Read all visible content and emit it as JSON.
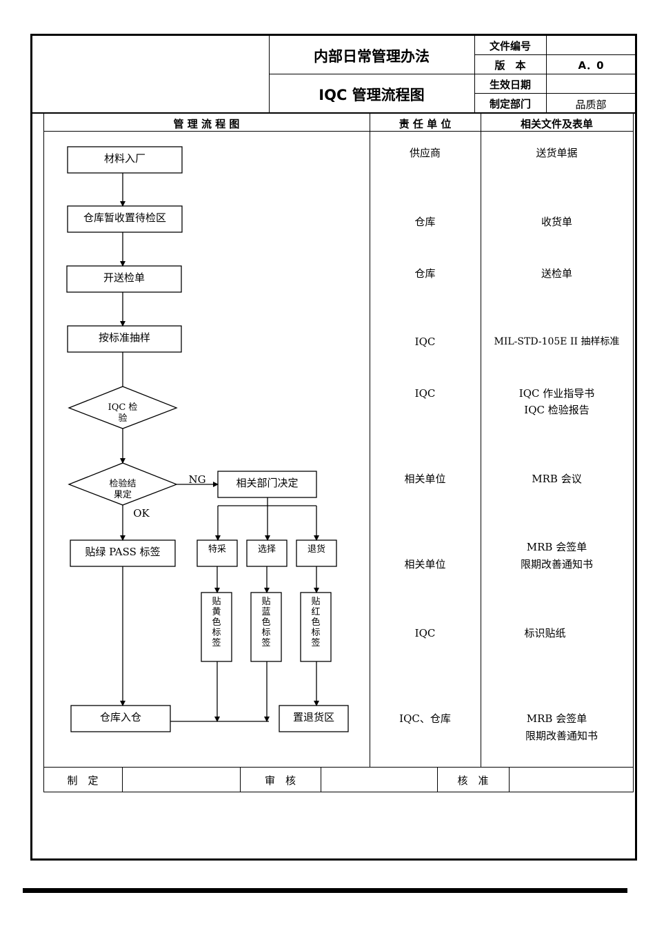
{
  "header": {
    "main_title": "内部日常管理办法",
    "sub_title": "IQC 管理流程图",
    "file_no_label": "文件编号",
    "file_no_value": "",
    "version_label": "版　本",
    "version_value": "A．0",
    "effective_label": "生效日期",
    "effective_value": "",
    "dept_label": "制定部门",
    "dept_value": "品质部"
  },
  "table_header": {
    "col1": "管 理 流 程 图",
    "col2": "责 任 单 位",
    "col3": "相关文件及表单"
  },
  "flow": {
    "step1": "材料入厂",
    "step2": "仓库暂收置待检区",
    "step3": "开送检单",
    "step4": "按标准抽样",
    "decision1_line1": "IQC 检",
    "decision1_line2": "验",
    "decision2_line1": "检验结",
    "decision2_line2": "果定",
    "ng_label": "NG",
    "ok_label": "OK",
    "mrb_decide": "相关部门决定",
    "pass_label": "贴绿 PASS 标签",
    "option_special": "特采",
    "option_select": "选择",
    "option_return": "退货",
    "yellow_label": [
      "贴",
      "黄",
      "色",
      "标",
      "签"
    ],
    "blue_label": [
      "贴",
      "蓝",
      "色",
      "标",
      "签"
    ],
    "red_label": [
      "贴",
      "红",
      "色",
      "标",
      "签"
    ],
    "warehouse_in": "仓库入仓",
    "return_area": "置退货区"
  },
  "responsible": [
    "供应商",
    "仓库",
    "仓库",
    "IQC",
    "IQC",
    "相关单位",
    "相关单位",
    "IQC",
    "IQC、仓库"
  ],
  "documents": [
    [
      "送货单据"
    ],
    [
      "收货单"
    ],
    [
      "送检单"
    ],
    [
      "MIL-STD-105E II 抽样标准"
    ],
    [
      "IQC 作业指导书",
      "IQC 检验报告"
    ],
    [
      "MRB 会议"
    ],
    [
      "MRB 会签单",
      "限期改善通知书"
    ],
    [
      "标识贴纸"
    ],
    [
      "MRB 会签单",
      "限期改善通知书"
    ]
  ],
  "footer": {
    "made_label": "制　定",
    "review_label": "审　核",
    "approve_label": "核　准"
  }
}
